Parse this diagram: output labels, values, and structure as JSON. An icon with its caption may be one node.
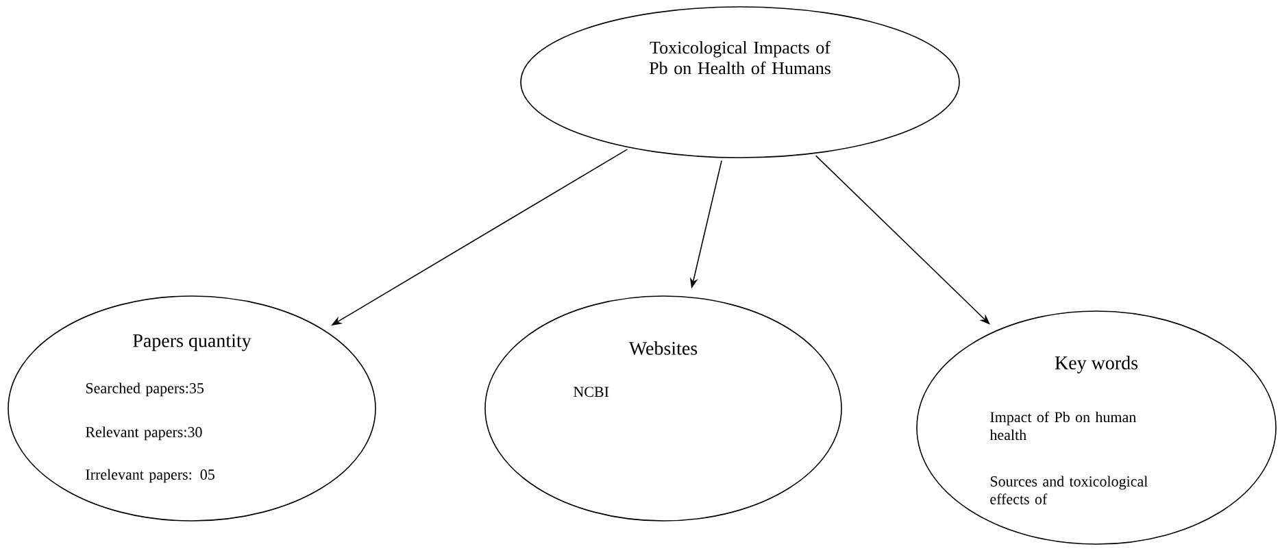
{
  "diagram": {
    "nodes": [
      {
        "text": [
          "Toxicological Impacts of Pb on Health of Humans"
        ]
      },
      {
        "text": [
          "Papers quantity",
          "Searched papers:35",
          "Relevant papers:30",
          "Irrelevant papers: 05"
        ]
      },
      {
        "text": [
          "Websites",
          "NCBI"
        ]
      },
      {
        "text": [
          "Key words",
          "Impact of Pb on human health",
          "Sources and toxicological effects of"
        ]
      }
    ],
    "edges": [
      {
        "from": 0,
        "to": 1,
        "arrow": "to"
      },
      {
        "from": 0,
        "to": 2,
        "arrow": "to"
      },
      {
        "from": 0,
        "to": 3,
        "arrow": "to"
      }
    ]
  }
}
